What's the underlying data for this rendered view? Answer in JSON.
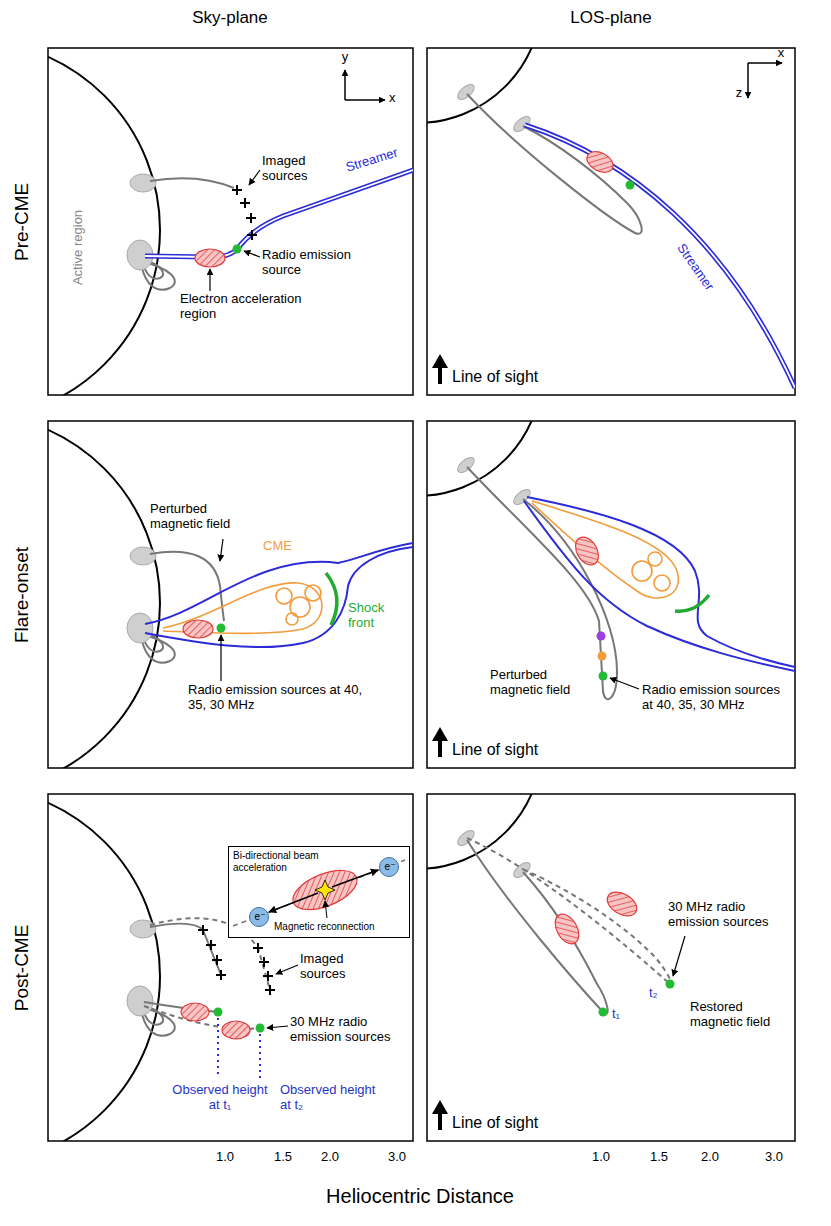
{
  "diagram": {
    "nodes": [
      {
        "text": [
          "Bi-directional beam acceleration",
          "Magnetic reconnection"
        ]
      },
      {
        "text": [
          "e⁻"
        ],
        "in": 0
      },
      {
        "text": [
          "e⁻"
        ],
        "in": 0
      }
    ],
    "labels": [
      "Sky-plane",
      "LOS-plane",
      "Pre-CME",
      "Flare-onset",
      "Post-CME",
      "y",
      "x",
      "Imaged sources",
      "Streamer",
      "Active region",
      "Radio emission source",
      "Electron acceleration region",
      "x",
      "z",
      "Streamer",
      "Line of sight",
      "Perturbed magnetic field",
      "CME",
      "Shock front",
      "Radio emission sources at 40, 35, 30 MHz",
      "Perturbed magnetic field",
      "Radio emission sources at 40, 35, 30 MHz",
      "Line of sight",
      "Imaged sources",
      "30 MHz radio emission sources",
      "Observed height at t₁",
      "Observed height at t₂",
      "30 MHz radio emission sources",
      "t₂",
      "t₁",
      "Restored magnetic field",
      "Line of sight",
      "1.0",
      "1.5",
      "2.0",
      "3.0",
      "1.0",
      "1.5",
      "2.0",
      "3.0",
      "Heliocentric Distance"
    ]
  }
}
